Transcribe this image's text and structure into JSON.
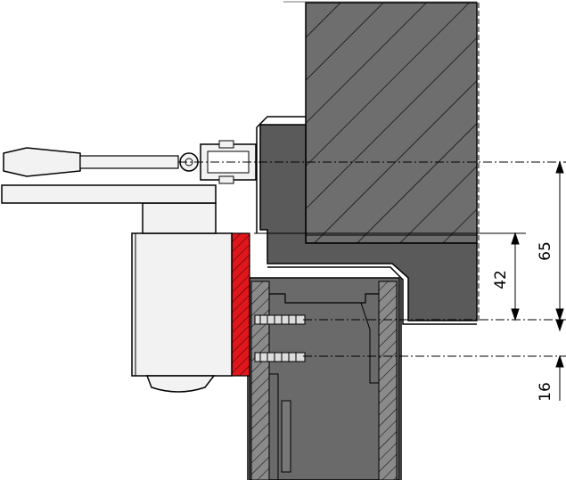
{
  "dimensions": {
    "upper_total": "65",
    "upper_partial": "42",
    "lower_offset": "16"
  },
  "colors": {
    "wall_fill": "#6e6e6e",
    "frame_fill": "#5a5a5a",
    "profile_fill": "#7a7a7a",
    "mounting_plate": "#e0161b",
    "line": "#000000",
    "background": "#ffffff",
    "closer_body": "#f2f2f2"
  },
  "icons": {
    "hatch_pattern": "diagonal-hatch",
    "closer": "door-closer-icon"
  }
}
